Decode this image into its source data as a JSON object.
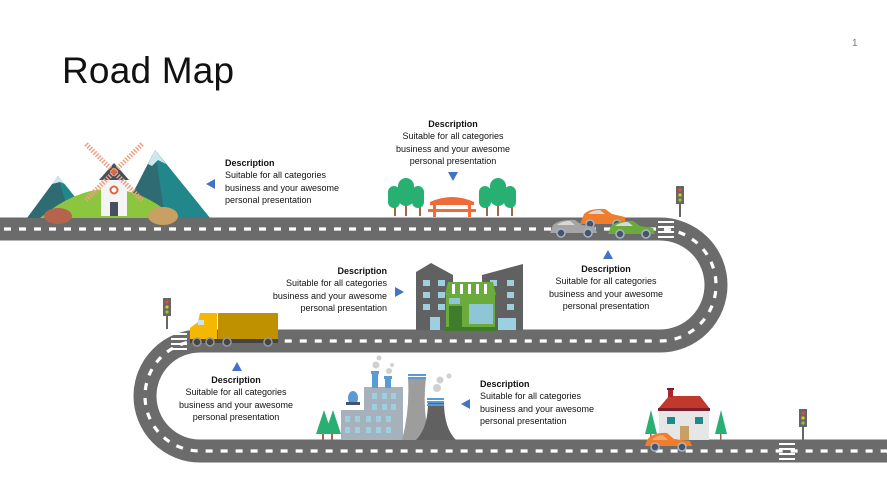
{
  "slide": {
    "title": "Road Map",
    "page_number": "1"
  },
  "milestones": [
    {
      "id": "windmill",
      "heading": "Description",
      "line1": "Suitable for all categories",
      "line2": "business and your awesome",
      "line3": "personal presentation",
      "arrow": "left"
    },
    {
      "id": "park",
      "heading": "Description",
      "line1": "Suitable for all categories",
      "line2": "business and your awesome",
      "line3": "personal presentation",
      "arrow": "down"
    },
    {
      "id": "traffic",
      "heading": "Description",
      "line1": "Suitable for all categories",
      "line2": "business and your awesome",
      "line3": "personal presentation",
      "arrow": "up"
    },
    {
      "id": "shop",
      "heading": "Description",
      "line1": "Suitable for all categories",
      "line2": "business and your awesome",
      "line3": "personal presentation",
      "arrow": "right"
    },
    {
      "id": "truck",
      "heading": "Description",
      "line1": "Suitable for all categories",
      "line2": "business and your awesome",
      "line3": "personal presentation",
      "arrow": "up"
    },
    {
      "id": "factory",
      "heading": "Description",
      "line1": "Suitable for all categories",
      "line2": "business and your awesome",
      "line3": "personal presentation",
      "arrow": "left"
    }
  ],
  "icons": [
    "windmill-icon",
    "mountain-icon",
    "tree-icon",
    "bench-icon",
    "car-icon",
    "traffic-light-icon",
    "truck-icon",
    "building-icon",
    "shop-icon",
    "factory-icon",
    "house-icon"
  ],
  "colors": {
    "road": "#6b6b6b",
    "road_marking": "#ffffff",
    "arrow": "#4472c4",
    "tree": "#27b072",
    "bench": "#ef6c3a",
    "car_orange": "#ef7d2c",
    "car_green": "#6aab3b",
    "car_gray": "#a5a5a5",
    "truck_cab": "#f5b800",
    "truck_box": "#bf9000",
    "building": "#616161",
    "shop": "#6aab3b",
    "house_roof": "#c0392b"
  }
}
